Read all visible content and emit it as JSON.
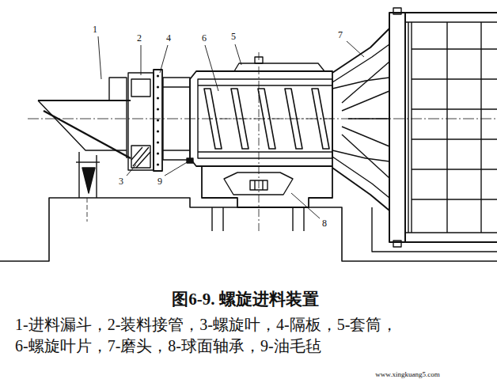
{
  "diagram": {
    "title": "图6-9. 螺旋进料装置",
    "labels": [
      "1",
      "2",
      "4",
      "6",
      "5",
      "7",
      "3",
      "9",
      "8",
      "1-进料漏斗，2-装料接管，3-螺旋叶，4-隔板，5-套筒，",
      "6-螺旋叶片，7-磨头，8-球面轴承，9-油毛毡",
      "www.xingkuang5.com"
    ]
  }
}
